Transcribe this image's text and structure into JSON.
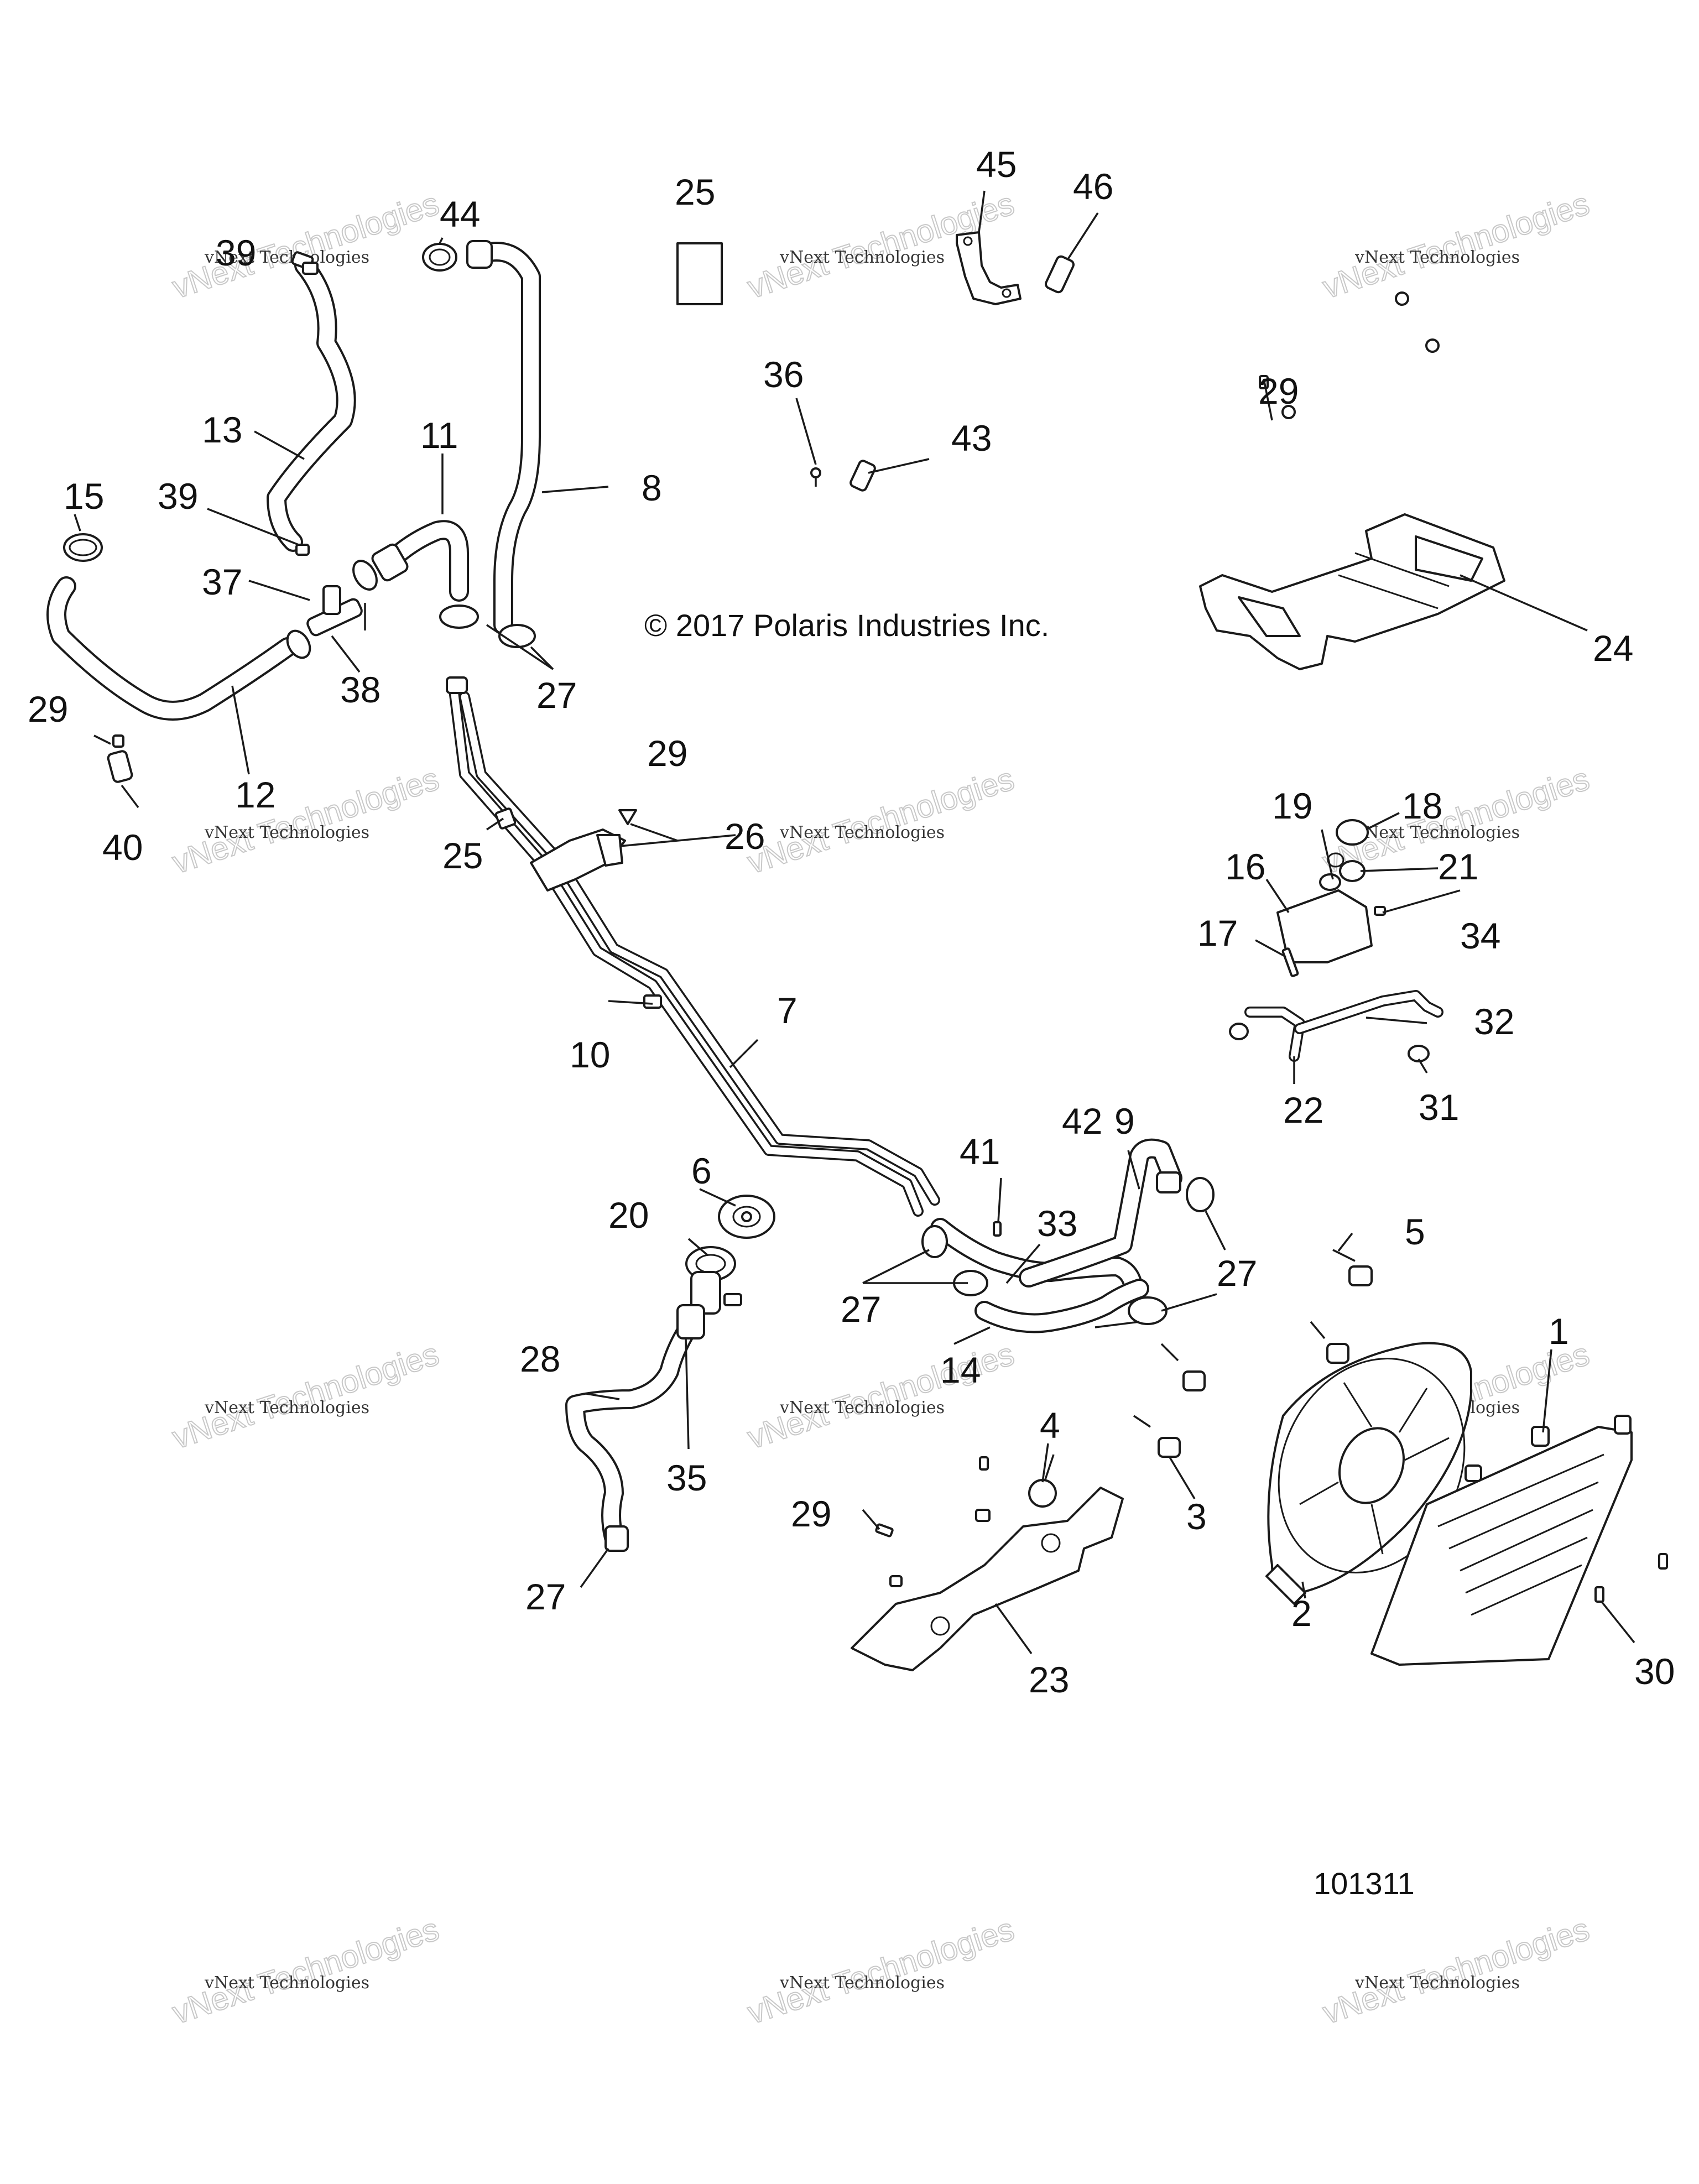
{
  "copyright": "© 2017 Polaris Industries Inc.",
  "figure_number": "101311",
  "watermark": {
    "line1": "vNext Technologies",
    "line2": "vNext Technologies"
  },
  "callouts": {
    "c1": "1",
    "c2": "2",
    "c3": "3",
    "c4": "4",
    "c5": "5",
    "c6": "6",
    "c7": "7",
    "c8": "8",
    "c9": "9",
    "c10": "10",
    "c11": "11",
    "c12": "12",
    "c13": "13",
    "c14": "14",
    "c15": "15",
    "c16": "16",
    "c17": "17",
    "c18": "18",
    "c19": "19",
    "c20": "20",
    "c21": "21",
    "c22": "22",
    "c23": "23",
    "c24": "24",
    "c25a": "25",
    "c25b": "25",
    "c26": "26",
    "c27a": "27",
    "c27b": "27",
    "c27c": "27",
    "c27d": "27",
    "c28": "28",
    "c29a": "29",
    "c29b": "29",
    "c29c": "29",
    "c29d": "29",
    "c30": "30",
    "c31": "31",
    "c32": "32",
    "c33": "33",
    "c34": "34",
    "c35": "35",
    "c36": "36",
    "c37": "37",
    "c38": "38",
    "c39a": "39",
    "c39b": "39",
    "c40": "40",
    "c41": "41",
    "c42": "42",
    "c43": "43",
    "c44": "44",
    "c45": "45",
    "c46": "46"
  }
}
